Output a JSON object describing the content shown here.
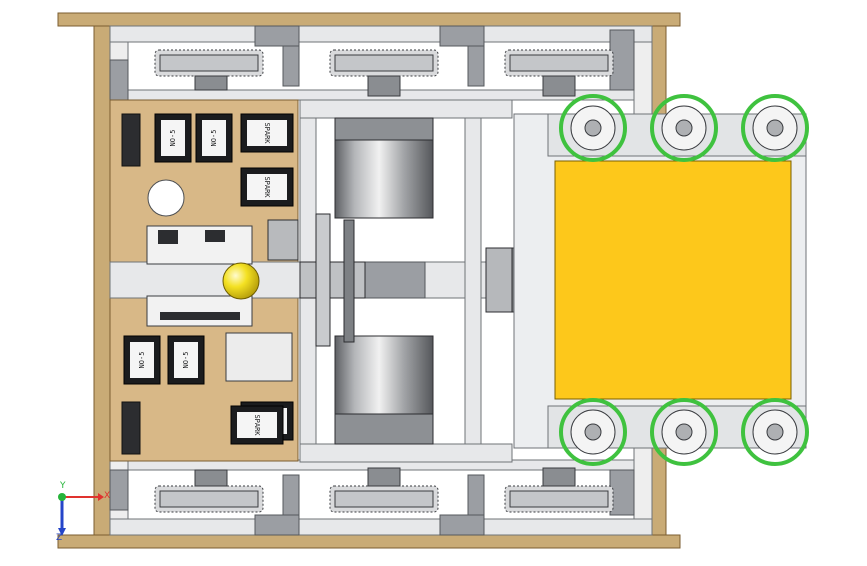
{
  "colors": {
    "background": "#ffffff",
    "wood": "#c9ab76",
    "wood_edge": "#7b5e30",
    "plate": "#d8b887",
    "frame": "#e7e8ea",
    "frame_edge": "#6f7377",
    "bracket": "#9b9ea3",
    "gear": "#d9dadc",
    "motor_light": "#e4e4e4",
    "motor_dark": "#5e6064",
    "yellow_panel": "#fdc81b",
    "yellow_ball": "#f4e122",
    "wheel_green": "#3fc23f",
    "axis_x": "#e0322e",
    "axis_y": "#26b43a",
    "axis_z": "#2545c9"
  },
  "controllers": [
    {
      "label": "NO-5"
    },
    {
      "label": "NO-5"
    },
    {
      "label": "SPARK"
    },
    {
      "label": "SPARK"
    },
    {
      "label": "SPARK"
    },
    {
      "label": "NO-5"
    },
    {
      "label": "NO-5"
    },
    {
      "label": "SPARK"
    }
  ],
  "icons": {
    "triad": "coordinate-axes-icon"
  },
  "axes": {
    "x": "X",
    "y": "Y",
    "z": "Z"
  }
}
